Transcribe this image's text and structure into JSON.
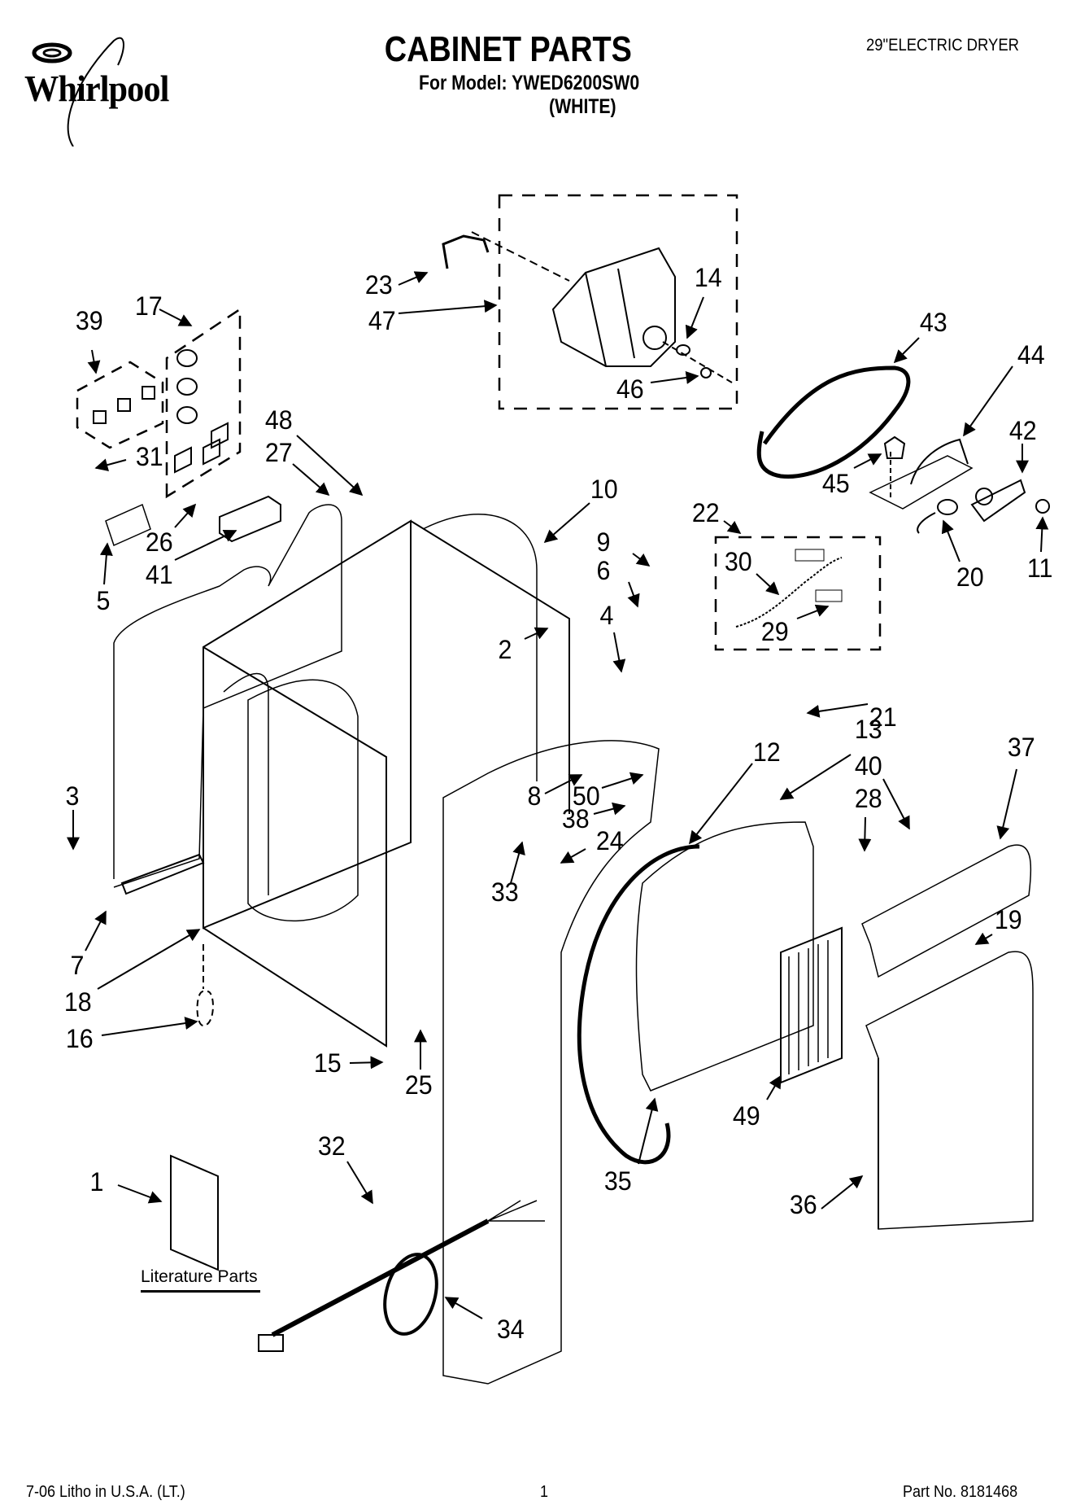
{
  "header": {
    "brand": "Whirlpool",
    "title": "CABINET PARTS",
    "model_line": "For Model: YWED6200SW0",
    "color_line": "(WHITE)",
    "product": "29\"ELECTRIC DRYER"
  },
  "diagram": {
    "callouts": [
      {
        "id": "23",
        "label": "23"
      },
      {
        "id": "47",
        "label": "47"
      },
      {
        "id": "14",
        "label": "14"
      },
      {
        "id": "46",
        "label": "46"
      },
      {
        "id": "43",
        "label": "43"
      },
      {
        "id": "44",
        "label": "44"
      },
      {
        "id": "42",
        "label": "42"
      },
      {
        "id": "45",
        "label": "45"
      },
      {
        "id": "20",
        "label": "20"
      },
      {
        "id": "11",
        "label": "11"
      },
      {
        "id": "22",
        "label": "22"
      },
      {
        "id": "30",
        "label": "30"
      },
      {
        "id": "29",
        "label": "29"
      },
      {
        "id": "39",
        "label": "39"
      },
      {
        "id": "17",
        "label": "17"
      },
      {
        "id": "31",
        "label": "31"
      },
      {
        "id": "48",
        "label": "48"
      },
      {
        "id": "27",
        "label": "27"
      },
      {
        "id": "26",
        "label": "26"
      },
      {
        "id": "41",
        "label": "41"
      },
      {
        "id": "5",
        "label": "5"
      },
      {
        "id": "10",
        "label": "10"
      },
      {
        "id": "9",
        "label": "9"
      },
      {
        "id": "6",
        "label": "6"
      },
      {
        "id": "4",
        "label": "4"
      },
      {
        "id": "2",
        "label": "2"
      },
      {
        "id": "21",
        "label": "21"
      },
      {
        "id": "12",
        "label": "12"
      },
      {
        "id": "13",
        "label": "13"
      },
      {
        "id": "40",
        "label": "40"
      },
      {
        "id": "37",
        "label": "37"
      },
      {
        "id": "28",
        "label": "28"
      },
      {
        "id": "8",
        "label": "8"
      },
      {
        "id": "50",
        "label": "50"
      },
      {
        "id": "38",
        "label": "38"
      },
      {
        "id": "24",
        "label": "24"
      },
      {
        "id": "33",
        "label": "33"
      },
      {
        "id": "3",
        "label": "3"
      },
      {
        "id": "7",
        "label": "7"
      },
      {
        "id": "18",
        "label": "18"
      },
      {
        "id": "16",
        "label": "16"
      },
      {
        "id": "15",
        "label": "15"
      },
      {
        "id": "25",
        "label": "25"
      },
      {
        "id": "19",
        "label": "19"
      },
      {
        "id": "49",
        "label": "49"
      },
      {
        "id": "35",
        "label": "35"
      },
      {
        "id": "36",
        "label": "36"
      },
      {
        "id": "1",
        "label": "1"
      },
      {
        "id": "32",
        "label": "32"
      },
      {
        "id": "34",
        "label": "34"
      }
    ],
    "literature_label": "Literature Parts"
  },
  "footer": {
    "print_info": "7-06 Litho in U.S.A. (LT.)",
    "page": "1",
    "part_no": "Part No. 8181468"
  }
}
